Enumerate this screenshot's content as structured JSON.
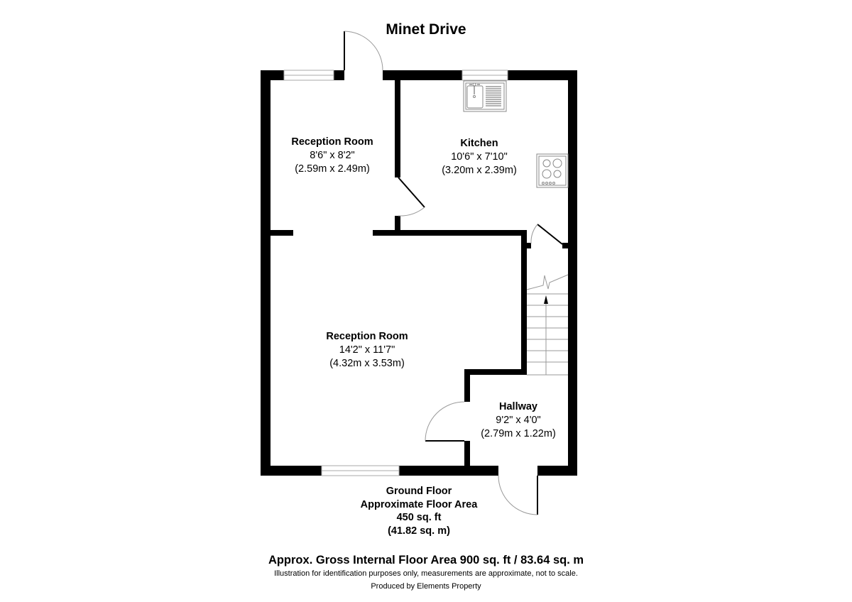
{
  "title": "Minet Drive",
  "rooms": [
    {
      "name": "Reception Room",
      "imperial": "8'6\" x 8'2\"",
      "metric": "(2.59m x 2.49m)"
    },
    {
      "name": "Kitchen",
      "imperial": "10'6\" x 7'10\"",
      "metric": "(3.20m x 2.39m)"
    },
    {
      "name": "Reception Room",
      "imperial": "14'2\" x 11'7\"",
      "metric": "(4.32m x 3.53m)"
    },
    {
      "name": "Hallway",
      "imperial": "9'2\" x 4'0\"",
      "metric": "(2.79m x 1.22m)"
    }
  ],
  "floor": {
    "name": "Ground Floor",
    "area_label": "Approximate Floor Area",
    "area_sqft": "450 sq. ft",
    "area_sqm": "(41.82 sq. m)"
  },
  "footer": {
    "gross_area": "Approx. Gross Internal Floor Area 900 sq. ft / 83.64 sq. m",
    "disclaimer": "Illustration for identification purposes only, measurements are approximate, not to scale.",
    "producer": "Produced by Elements Property"
  },
  "colors": {
    "wall": "#000000",
    "fixture_line": "#999999",
    "background": "#ffffff"
  },
  "icons": [
    "door-swing-icon",
    "window-icon",
    "sink-icon",
    "hob-icon",
    "stairs-icon",
    "stairs-up-arrow-icon"
  ]
}
